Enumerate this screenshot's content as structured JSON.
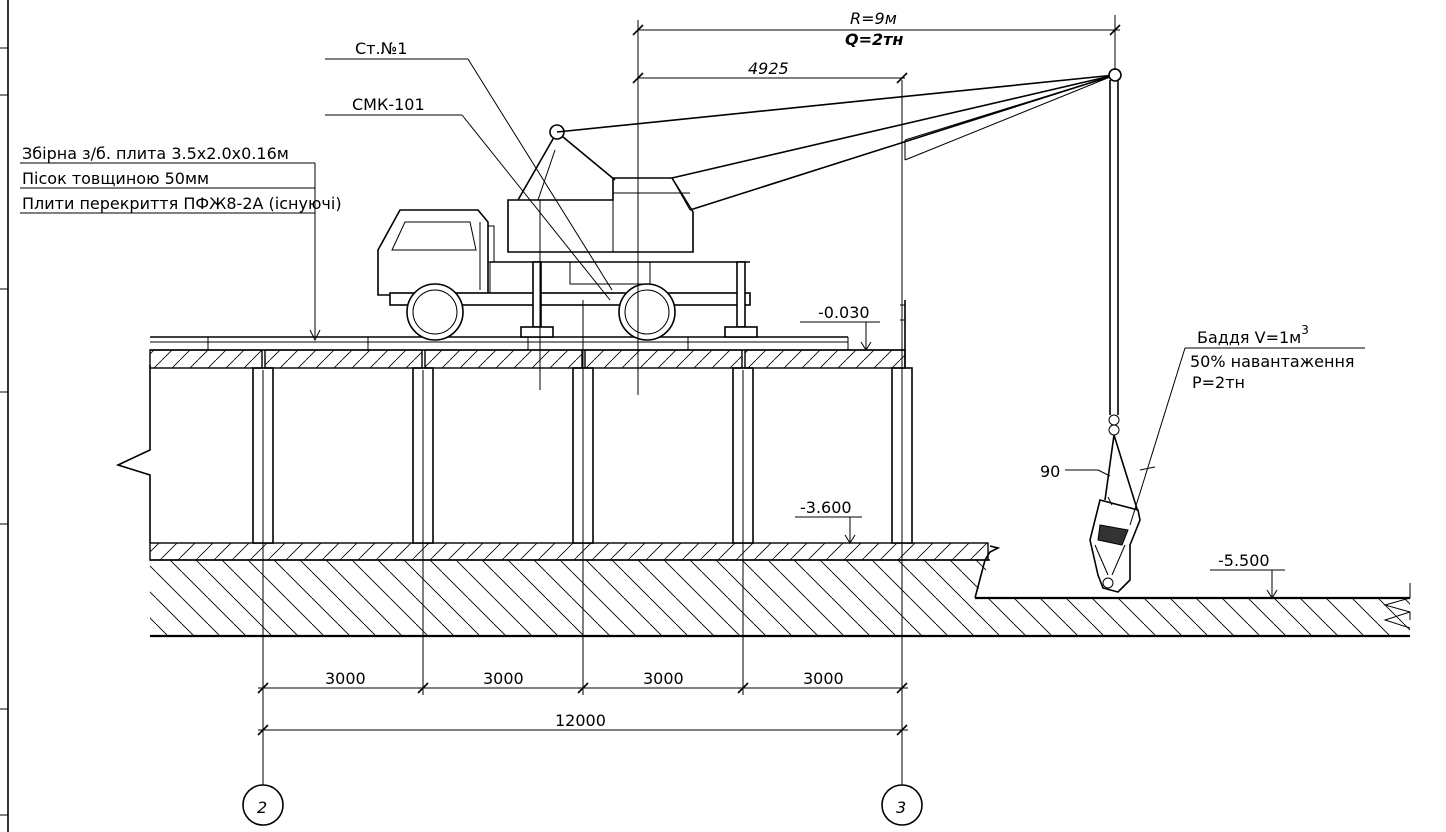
{
  "labels": {
    "radius": "R=9м",
    "capacity": "Q=2тн",
    "dim_4925": "4925",
    "station": "Ст.№1",
    "crane_model": "СМК-101",
    "layer1": "Збірна з/б. плита 3.5х2.0х0.16м",
    "layer2": "Пісок товщиною 50мм",
    "layer3": "Плити перекриття ПФЖ8-2А (існуючі)",
    "elev_top": "-0.030",
    "elev_mid": "-3.600",
    "elev_low": "-5.500",
    "bucket_line1": "Баддя V=1м",
    "bucket_sup": "3",
    "bucket_line2": "50% навантаження",
    "bucket_line3": "P=2тн",
    "angle": "90",
    "span1": "3000",
    "span2": "3000",
    "span3": "3000",
    "span4": "3000",
    "span_total": "12000",
    "axis_a": "2",
    "axis_b": "3"
  }
}
